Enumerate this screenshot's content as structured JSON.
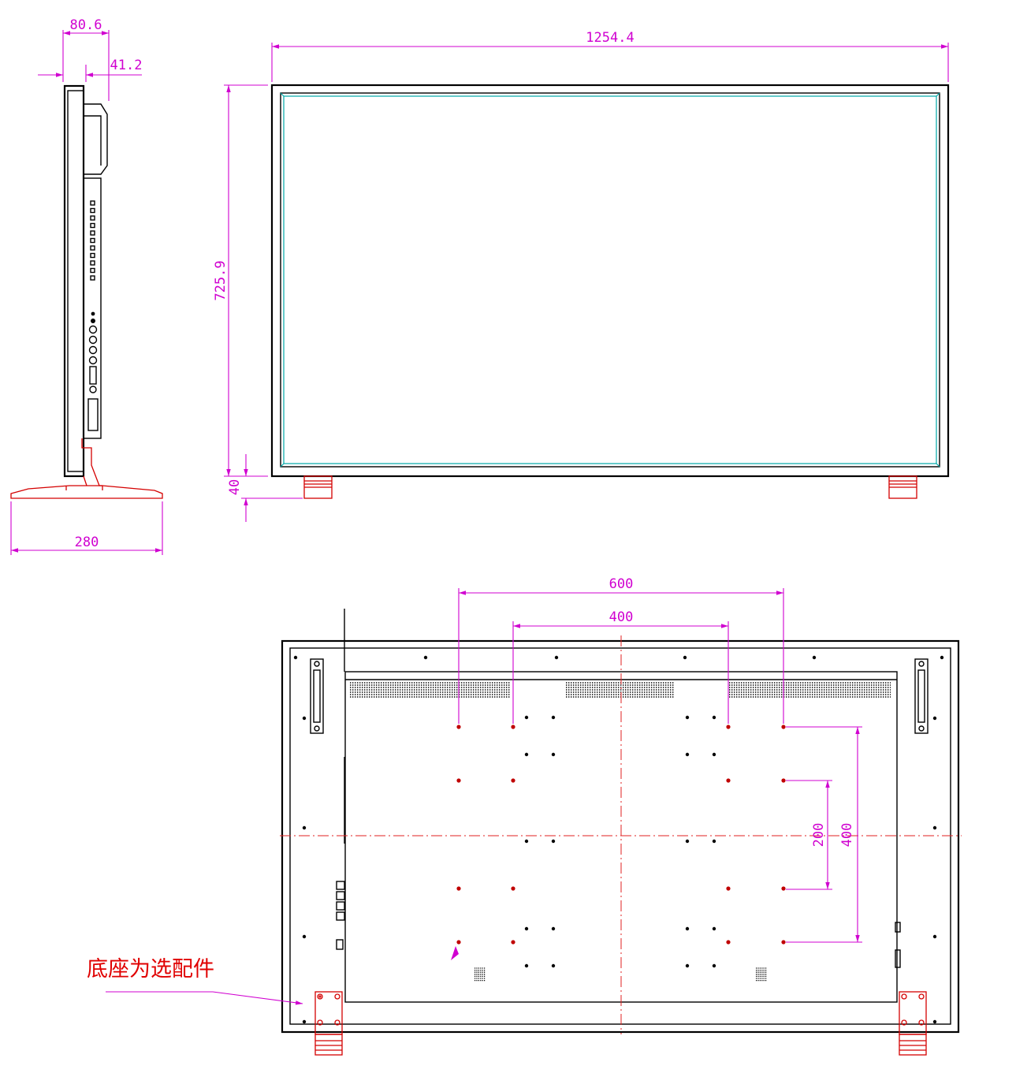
{
  "dimensions": {
    "side_depth_total": "80.6",
    "side_depth_body": "41.2",
    "front_width": "1254.4",
    "front_height": "725.9",
    "foot_height": "40",
    "base_depth": "280",
    "vesa_outer_width": "600",
    "vesa_inner_width": "400",
    "vesa_inner_height": "200",
    "vesa_outer_height": "400"
  },
  "note": {
    "text": "底座为选配件"
  },
  "colors": {
    "dimension": "#d000d0",
    "base_outline": "#d40000",
    "centerline": "#e02020",
    "glass": "#00a8a8",
    "outline": "#000000"
  }
}
